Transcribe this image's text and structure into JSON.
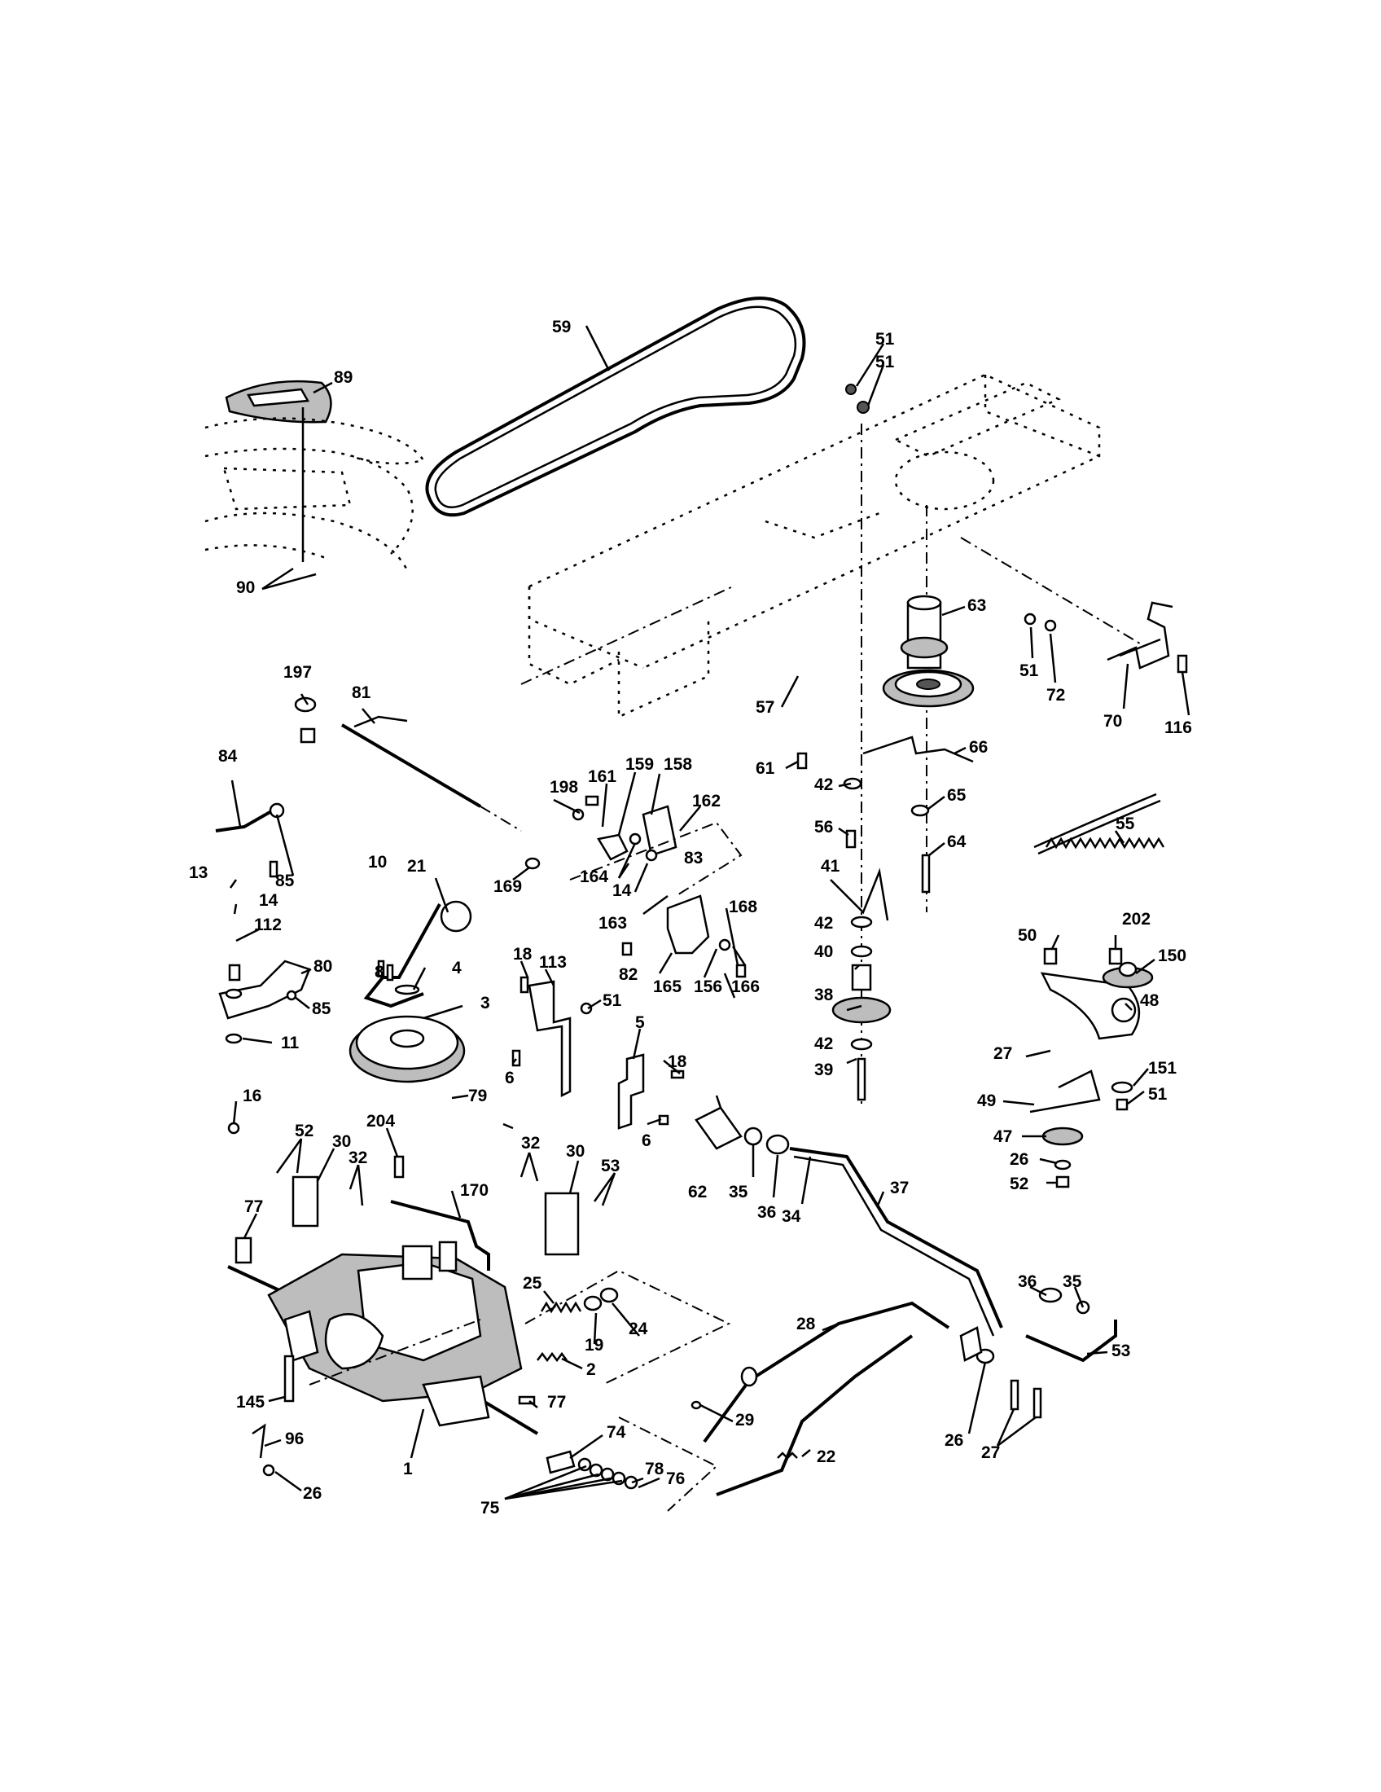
{
  "diagram": {
    "part_labels": [
      "1",
      "2",
      "3",
      "4",
      "5",
      "6",
      "6",
      "8",
      "10",
      "11",
      "13",
      "14",
      "14",
      "16",
      "18",
      "18",
      "19",
      "21",
      "22",
      "24",
      "25",
      "26",
      "26",
      "26",
      "27",
      "27",
      "28",
      "29",
      "30",
      "30",
      "32",
      "32",
      "34",
      "35",
      "35",
      "36",
      "36",
      "37",
      "38",
      "39",
      "40",
      "41",
      "42",
      "42",
      "42",
      "47",
      "48",
      "49",
      "50",
      "51",
      "51",
      "51",
      "51",
      "51",
      "51",
      "52",
      "52",
      "53",
      "55",
      "56",
      "57",
      "59",
      "61",
      "62",
      "63",
      "64",
      "65",
      "66",
      "70",
      "72",
      "74",
      "75",
      "76",
      "77",
      "77",
      "78",
      "79",
      "80",
      "81",
      "82",
      "83",
      "84",
      "85",
      "85",
      "89",
      "90",
      "96",
      "112",
      "113",
      "116",
      "145",
      "150",
      "151",
      "156",
      "158",
      "159",
      "161",
      "162",
      "163",
      "164",
      "165",
      "166",
      "168",
      "169",
      "170",
      "197",
      "198",
      "202",
      "204"
    ]
  }
}
